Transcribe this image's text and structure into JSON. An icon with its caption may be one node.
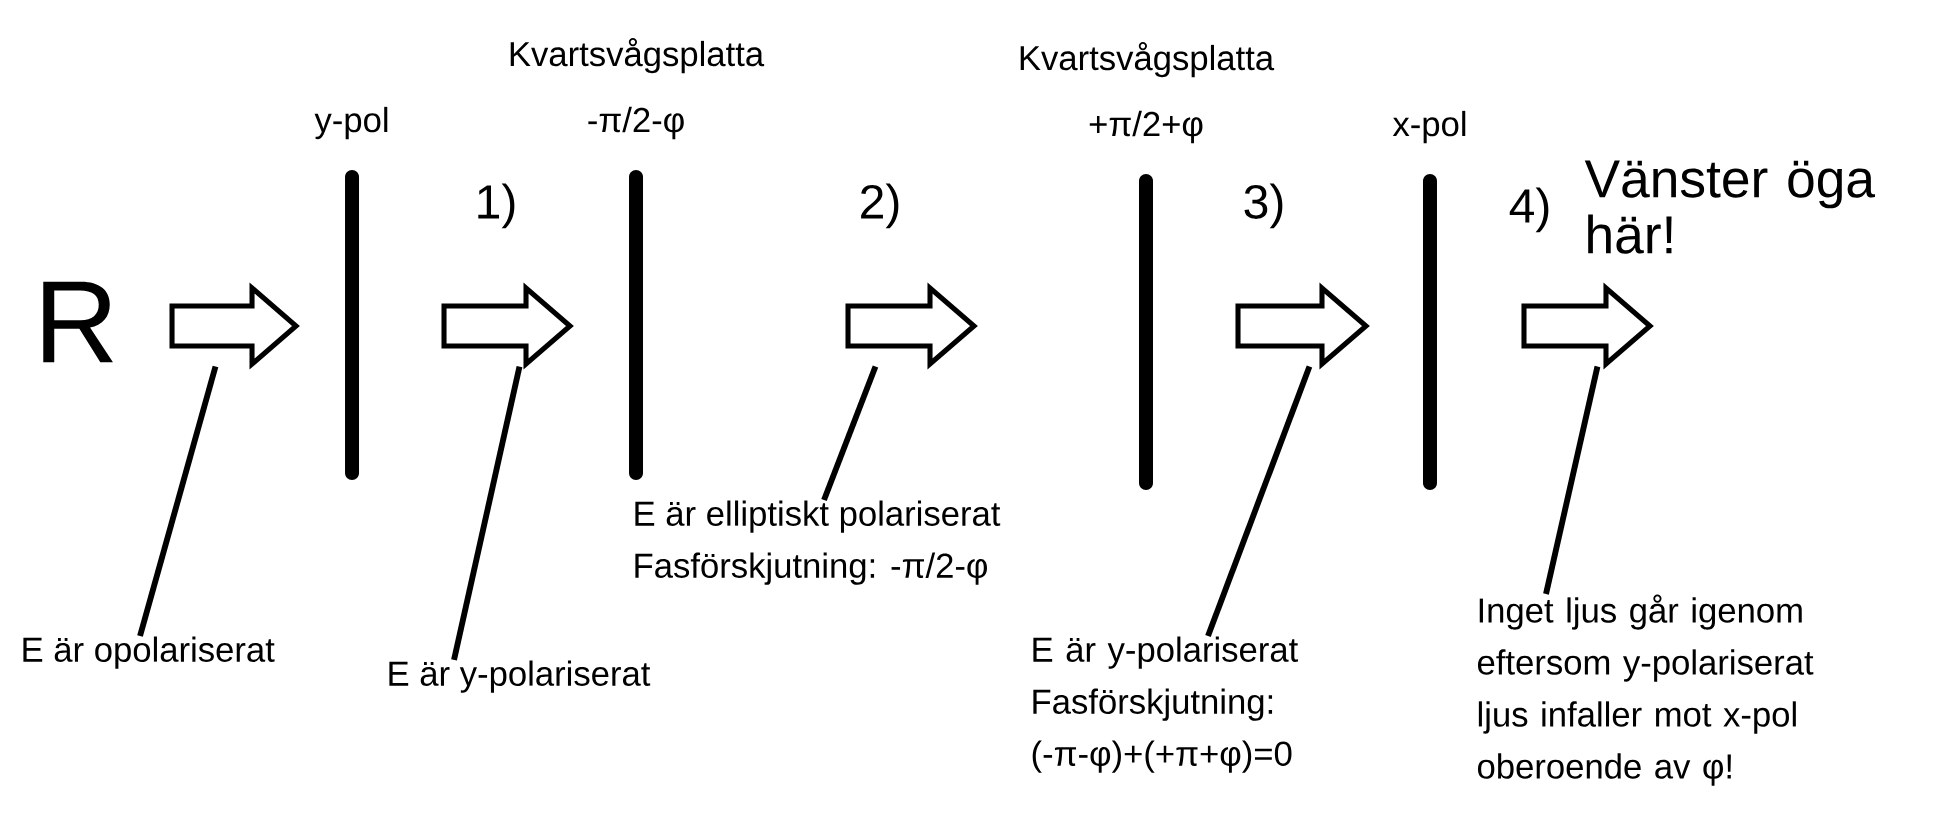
{
  "diagram": {
    "nodes": [
      {
        "text": [
          "y-pol"
        ]
      },
      {
        "text": [
          "Kvartsvågsplatta",
          "-π/2-φ"
        ]
      },
      {
        "text": [
          "Kvartsvågsplatta",
          "+π/2+φ"
        ]
      },
      {
        "text": [
          "x-pol"
        ]
      },
      {
        "text": [],
        "shape": "arrow"
      },
      {
        "text": [],
        "shape": "arrow"
      },
      {
        "text": [],
        "shape": "arrow"
      },
      {
        "text": [],
        "shape": "arrow"
      },
      {
        "text": [],
        "shape": "arrow"
      },
      {
        "text": [
          "E är opolariserat"
        ]
      },
      {
        "text": [
          "E är y-polariserat"
        ]
      },
      {
        "text": [
          "E är elliptiskt polariserat",
          "Fasförskjutning: -π/2-φ"
        ]
      },
      {
        "text": [
          "E är y-polariserat",
          "Fasförskjutning: (-π-φ)+(+π+φ)=0"
        ]
      },
      {
        "text": [
          "Inget ljus går igenom eftersom y-polariserat ljus infaller mot x-pol oberoende av φ!"
        ]
      }
    ],
    "edges": [
      {
        "from": 9,
        "to": 4,
        "arrow": "none"
      },
      {
        "from": 10,
        "to": 5,
        "arrow": "none"
      },
      {
        "from": 11,
        "to": 6,
        "arrow": "none"
      },
      {
        "from": 12,
        "to": 7,
        "arrow": "none"
      },
      {
        "from": 13,
        "to": 8,
        "arrow": "none"
      }
    ],
    "labels": [
      "R",
      "1)",
      "2)",
      "3)",
      "4)",
      "Vänster öga här!"
    ]
  }
}
